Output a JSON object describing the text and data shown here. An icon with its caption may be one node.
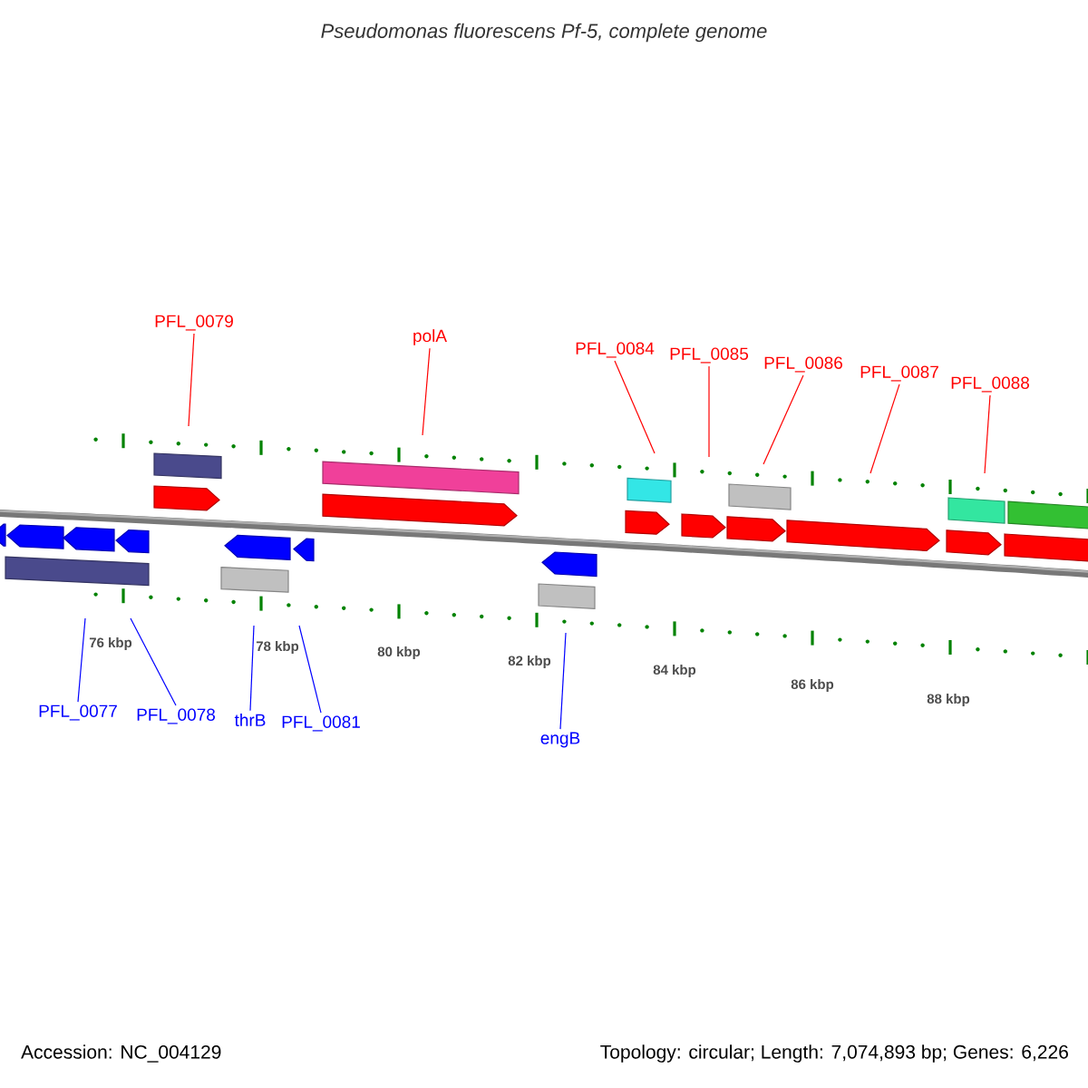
{
  "diagram": {
    "title": "Pseudomonas fluorescens Pf-5, complete genome",
    "nodes": [
      {
        "text": [
          "PFL_0079"
        ]
      },
      {
        "text": [
          "polA"
        ]
      },
      {
        "text": [
          "PFL_0084"
        ]
      },
      {
        "text": [
          "PFL_0085"
        ]
      },
      {
        "text": [
          "PFL_0086"
        ]
      },
      {
        "text": [
          "PFL_0087"
        ]
      },
      {
        "text": [
          "PFL_0088"
        ]
      },
      {
        "text": [
          "PFL_0077"
        ]
      },
      {
        "text": [
          "PFL_0078"
        ]
      },
      {
        "text": [
          "thrB"
        ]
      },
      {
        "text": [
          "PFL_0081"
        ]
      },
      {
        "text": [
          "engB"
        ]
      }
    ],
    "edges": [
      {
        "from": 0,
        "to": null,
        "arrow": "none"
      },
      {
        "from": 1,
        "to": null,
        "arrow": "none"
      },
      {
        "from": 2,
        "to": null,
        "arrow": "none"
      },
      {
        "from": 3,
        "to": null,
        "arrow": "none"
      },
      {
        "from": 4,
        "to": null,
        "arrow": "none"
      },
      {
        "from": 5,
        "to": null,
        "arrow": "none"
      },
      {
        "from": 6,
        "to": null,
        "arrow": "none"
      },
      {
        "from": 7,
        "to": null,
        "arrow": "none",
        "color": "#0000ff"
      },
      {
        "from": 8,
        "to": null,
        "arrow": "none",
        "color": "#0000ff"
      },
      {
        "from": 9,
        "to": null,
        "arrow": "none",
        "color": "#0000ff"
      },
      {
        "from": 10,
        "to": null,
        "arrow": "none",
        "color": "#0000ff"
      },
      {
        "from": 11,
        "to": null,
        "arrow": "none",
        "color": "#0000ff"
      }
    ],
    "labels": [
      "76 kbp",
      "78 kbp",
      "80 kbp",
      "82 kbp",
      "84 kbp",
      "86 kbp",
      "88 kbp",
      "Accession: NC_004129",
      "Topology: circular; Length: 7,074,893 bp; Genes: 6,226"
    ]
  }
}
